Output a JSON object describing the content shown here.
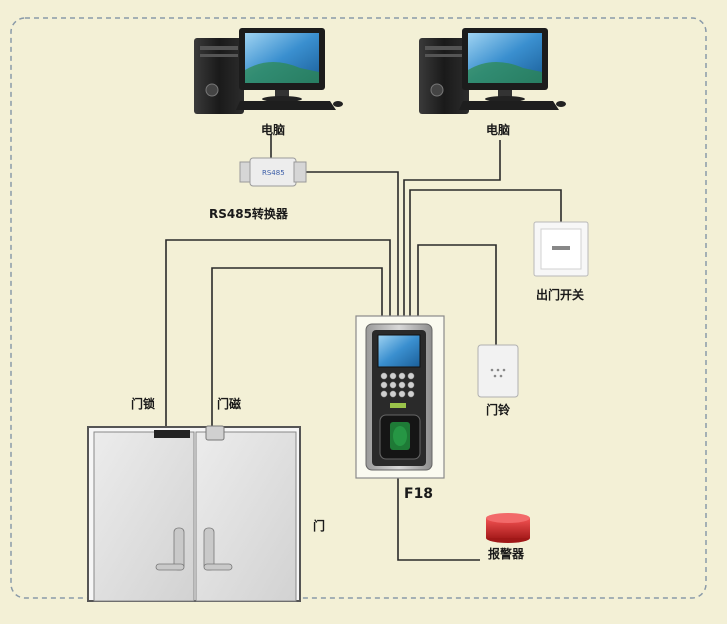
{
  "labels": {
    "pc_left": "电脑",
    "pc_right": "电脑",
    "converter": "RS485转换器",
    "converter_text": "RS485",
    "exit_switch": "出门开关",
    "doorbell": "门铃",
    "terminal": "F18",
    "alarm": "报警器",
    "door": "门",
    "door_lock": "门锁",
    "door_magnet": "门磁"
  },
  "colors": {
    "background": "#f3f0d6",
    "border_dashed": "#8a9aa8",
    "wire": "#2a2a2a",
    "alarm_red": "#d42a2a",
    "screen_blue": "#2d7fc0"
  }
}
